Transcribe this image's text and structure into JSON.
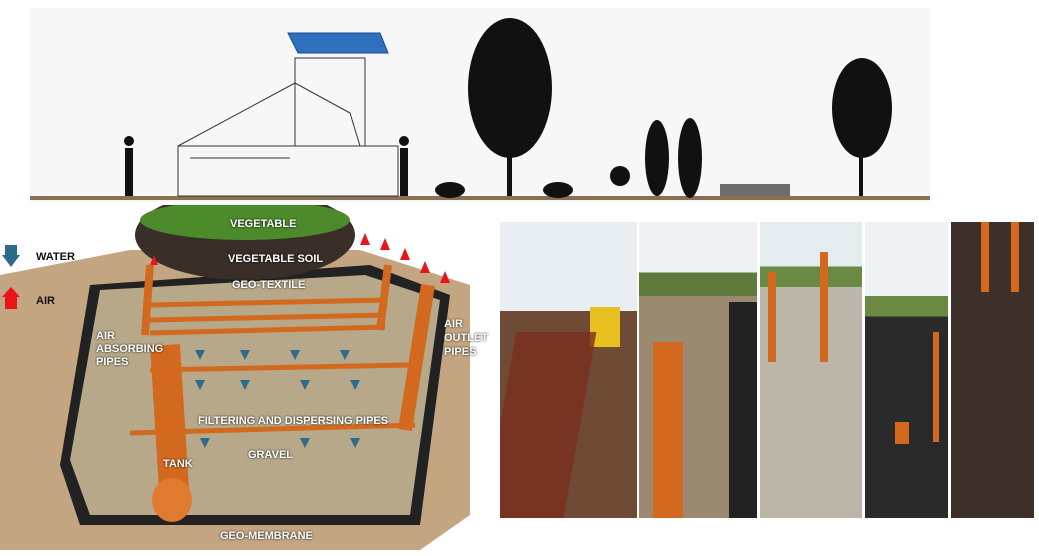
{
  "legend": {
    "water": "WATER",
    "air": "AIR"
  },
  "labels": {
    "vegetable": "VEGETABLE",
    "vegetable_soil": "VEGETABLE SOIL",
    "geo_textile": "GEO-TEXTILE",
    "air_absorbing_pipes": "AIR ABSORBING PIPES",
    "air_outlet_pipes": "AIR OUTLET PIPES",
    "filtering_pipes": "FILTERING AND DISPERSING PIPES",
    "tank": "TANK",
    "gravel": "GRAVEL",
    "geo_membrane": "GEO-MEMBRANE"
  },
  "colors": {
    "pipe": "#d2691e",
    "water": "#2e6b8a",
    "air": "#e8141a",
    "gravel": "#b8a88a",
    "soil": "#3a2e28",
    "grass": "#4c8a2c"
  }
}
